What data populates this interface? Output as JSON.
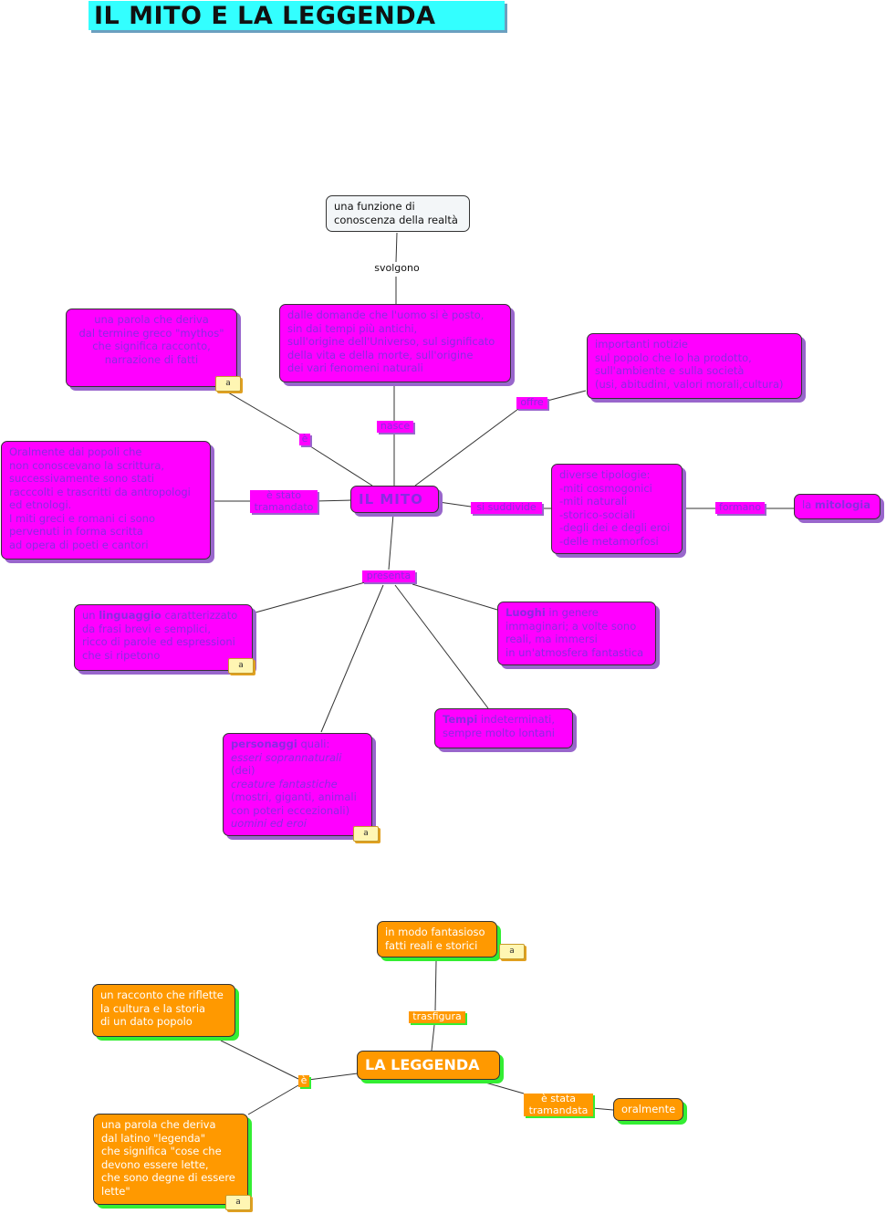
{
  "title": "IL MITO E LA LEGGENDA",
  "mito": {
    "center": "IL  MITO",
    "funzione": "una funzione di\nconoscenza della realtà",
    "svolgono": "svolgono",
    "domande": "dalle domande che l'uomo si è posto,\nsin dai tempi più antichi,\nsull'origine dell'Universo, sul significato\ndella vita e della morte, sull'origine\ndei vari fenomeni naturali",
    "nasce": "nasce",
    "parola": "una parola che deriva\ndal termine greco \"mythos\"\nche significa racconto,\nnarrazione di fatti",
    "e": "è",
    "notizie": "importanti notizie\nsul popolo che lo ha prodotto,\nsull'ambiente e sulla società\n(usi, abitudini, valori morali,cultura)",
    "offre": "offre",
    "oralmente": "Oralmente dai popoli che\nnon conoscevano la scrittura,\nsuccessivamente sono stati\nracccolti e trascritti da antropologi\ned etnologi.\nI miti greci e romani ci sono\npervenuti in forma scritta\nad opera di poeti e cantori",
    "tramandato": "è stato\ntramandato",
    "suddivide": "si suddivide",
    "tipologie": "diverse tipologie:\n-miti cosmogonici\n-miti naturali\n-storico-sociali\n-degli dei e degli eroi\n-delle metamorfosi",
    "formano": "formano",
    "mitologia_pre": "la ",
    "mitologia_bold": "mitologia",
    "presenta": "presenta",
    "linguaggio_bold": "linguaggio",
    "linguaggio_pre": "un ",
    "linguaggio_post": " caratterizzato\nda frasi brevi e semplici,\nricco di parole ed espressioni\nche si ripetono",
    "luoghi_bold": "Luoghi",
    "luoghi_post": " in genere\nimmaginari; a volte sono\nreali, ma immersi\nin un'atmosfera fantastica",
    "tempi_bold": "Tempi",
    "tempi_post": " indeterminati,\nsempre molto lontani",
    "personaggi_bold": "personaggi",
    "personaggi_post": " quali:",
    "pers_1": "esseri soprannaturali",
    "pers_2": "(dei)",
    "pers_3": "creature fantastiche",
    "pers_4": "(mostri, giganti, animali\ncon poteri eccezionali)",
    "pers_5": "uomini ed eroi"
  },
  "leggenda": {
    "center": "LA LEGGENDA",
    "fantasioso": "in modo fantasioso\nfatti reali e storici",
    "trasfigura": "trasfigura",
    "racconto": "un racconto che riflette\nla cultura e la storia\ndi un dato popolo",
    "e": "è",
    "parola": "una parola che deriva\ndal latino \"legenda\"\nche significa \"cose che\ndevono essere lette,\nche sono degne di essere\nlette\"",
    "tramandata": "è stata\ntramandata",
    "oralmente": "oralmente"
  },
  "note_icon_label": "a",
  "colors": {
    "mito_fill": "#ff00ff",
    "mito_text": "#8a2be2",
    "leggenda_fill": "#ff9900",
    "leggenda_shadow": "#33ee33",
    "title_fill": "#33ffff"
  }
}
